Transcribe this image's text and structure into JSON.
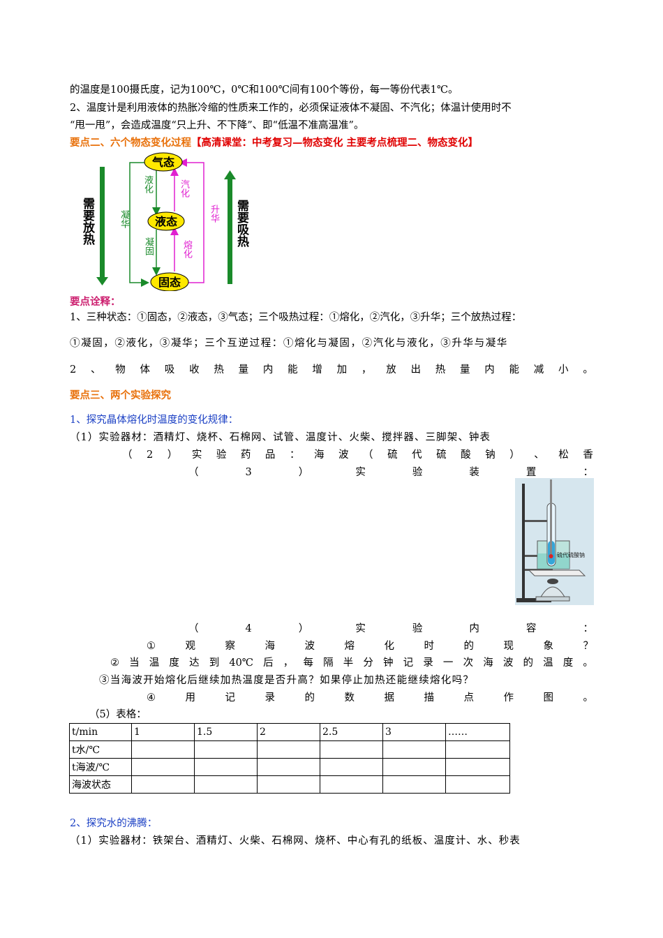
{
  "lines": {
    "l1": "的温度是100摄氏度，记为100℃，0℃和100℃间有100个等份，每一等份代表1℃。",
    "l2": "2、温度计是利用液体的热胀冷缩的性质来工作的，必须保证液体不凝固、不汽化；体温计使用时不",
    "l3": "“甩一甩”，会造成温度“只上升、不下降”、即“低温不准高温准”。",
    "h2a": "要点二、六个物态变化过程",
    "h2b": "【高清课堂：中考复习—物态变化  主要考点梳理二、物态变化】",
    "note_head": "要点诠释：",
    "n1": "1、三种状态：①固态，②液态，③气态；三个吸热过程：①熔化，②汽化，③升华；三个放热过程：",
    "n2": "①凝固，②液化，③凝华；三个互逆过程：①熔化与凝固，②汽化与液化，③升华与凝华",
    "n3": [
      "2",
      "、",
      "物",
      "体",
      "吸",
      "收",
      "热",
      "量",
      "内",
      "能",
      "增",
      "加",
      "，",
      "放",
      "出",
      "热",
      "量",
      "内",
      "能",
      "减",
      "小",
      "。"
    ],
    "h3": "要点三、两个实验探究",
    "sub1": "1、探究晶体熔化时温度的变化规律：",
    "e1": "（1）实验器材：酒精灯、烧杯、石棉网、试管、温度计、火柴、搅拌器、三脚架、钟表",
    "e2": [
      "（",
      "2",
      "）",
      "实",
      "验",
      "药",
      "品",
      "：",
      "海",
      "波",
      "（",
      "硫",
      "代",
      "硫",
      "酸",
      "钠",
      "）",
      "、",
      "松",
      "香"
    ],
    "e3": [
      "（",
      "3",
      "）",
      "实",
      "验",
      "装",
      "置",
      "："
    ],
    "e4": [
      "（",
      "4",
      "）",
      "实",
      "验",
      "内",
      "容",
      "："
    ],
    "c1": [
      "①",
      "观",
      "察",
      "海",
      "波",
      "熔",
      "化",
      "时",
      "的",
      "现",
      "象",
      "？"
    ],
    "c2": [
      "②",
      "当",
      "温",
      "度",
      "达",
      "到",
      "40℃",
      "后",
      "，",
      "每",
      "隔",
      "半",
      "分",
      "钟",
      "记",
      "录",
      "一",
      "次",
      "海",
      "波",
      "的",
      "温",
      "度",
      "。"
    ],
    "c3": "③当海波开始熔化后继续加热温度是否升高？如果停止加热还能继续熔化吗？",
    "c4": [
      "④",
      "用",
      "记",
      "录",
      "的",
      "数",
      "据",
      "描",
      "点",
      "作",
      "图",
      "。"
    ],
    "table_head": "（5）表格：",
    "sub2": "2、探究水的沸腾：",
    "w1": "（1）实验器材：铁架台、酒精灯、火柴、石棉网、烧杯、中心有孔的纸板、温度计、水、秒表"
  },
  "diagram": {
    "gas": "气态",
    "liquid": "液态",
    "solid": "固态",
    "liquefy": "液化",
    "vaporize": "汽化",
    "desublimate": "凝华",
    "sublimate": "升华",
    "solidify": "凝固",
    "melt": "熔化",
    "release": "需要放热",
    "absorb": "需要吸热"
  },
  "apparatus_label": "硫代硫酸钠",
  "table": {
    "header": [
      "t/min",
      "1",
      "1.5",
      "2",
      "2.5",
      "3",
      "……"
    ],
    "rows": [
      "t水/℃",
      "t海波/℃",
      "海波状态"
    ]
  },
  "colors": {
    "heading_orange": "#e8700a",
    "heading_red": "#e00000",
    "note_magenta": "#cc1e6e",
    "sub_blue": "#1a3fc4",
    "diagram_green": "#1a8a2a",
    "diagram_magenta": "#e020d0",
    "state_fill": "#ffe800"
  }
}
